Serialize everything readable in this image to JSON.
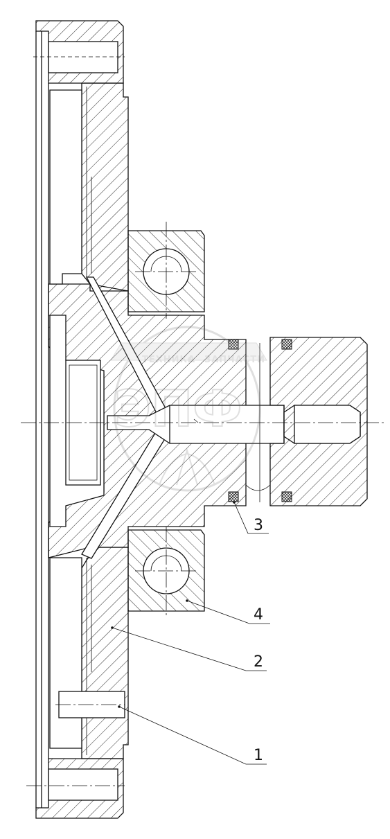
{
  "callouts": [
    {
      "id": "1",
      "label": "1"
    },
    {
      "id": "2",
      "label": "2"
    },
    {
      "id": "3",
      "label": "3"
    },
    {
      "id": "4",
      "label": "4"
    }
  ],
  "watermark": {
    "top_text": "ТЕХНИКА",
    "mid_symbol": "⊛",
    "right_text": "ЗАПЧАСТИ",
    "big_letters": "ЭПФ"
  },
  "colors": {
    "line": "#111111",
    "background": "#ffffff",
    "watermark": "#666666"
  }
}
